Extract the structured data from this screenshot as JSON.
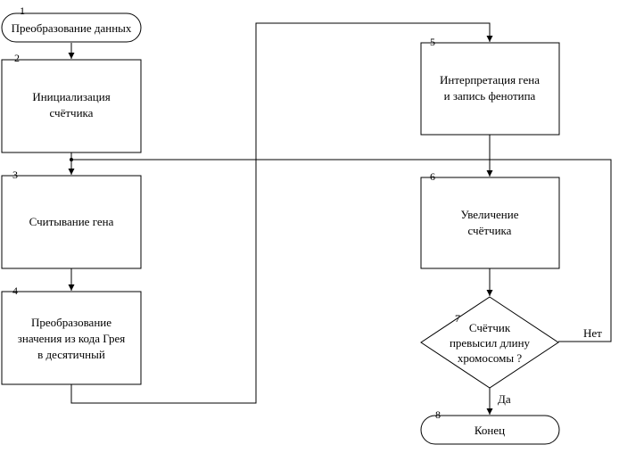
{
  "flowchart": {
    "nodes": [
      {
        "id": "1",
        "number": "1",
        "shape": "terminator",
        "lines": [
          "Преобразование данных"
        ]
      },
      {
        "id": "2",
        "number": "2",
        "shape": "process",
        "lines": [
          "Инициализация",
          "счётчика"
        ]
      },
      {
        "id": "3",
        "number": "3",
        "shape": "process",
        "lines": [
          "Считывание гена"
        ]
      },
      {
        "id": "4",
        "number": "4",
        "shape": "process",
        "lines": [
          "Преобразование",
          "значения из кода Грея",
          "в десятичный"
        ]
      },
      {
        "id": "5",
        "number": "5",
        "shape": "process",
        "lines": [
          "Интерпретация гена",
          "и запись фенотипа"
        ]
      },
      {
        "id": "6",
        "number": "6",
        "shape": "process",
        "lines": [
          "Увеличение",
          "счётчика"
        ]
      },
      {
        "id": "7",
        "number": "7",
        "shape": "decision",
        "lines": [
          "Счётчик",
          "превысил длину",
          "хромосомы ?"
        ]
      },
      {
        "id": "8",
        "number": "8",
        "shape": "terminator",
        "lines": [
          "Конец"
        ]
      }
    ],
    "edges": [
      {
        "from": "1",
        "to": "2",
        "label": ""
      },
      {
        "from": "2",
        "to": "3",
        "label": ""
      },
      {
        "from": "3",
        "to": "4",
        "label": ""
      },
      {
        "from": "4",
        "to": "5",
        "label": ""
      },
      {
        "from": "5",
        "to": "6",
        "label": ""
      },
      {
        "from": "6",
        "to": "7",
        "label": ""
      },
      {
        "from": "7",
        "to": "3",
        "label": "Нет"
      },
      {
        "from": "7",
        "to": "8",
        "label": "Да"
      }
    ]
  }
}
